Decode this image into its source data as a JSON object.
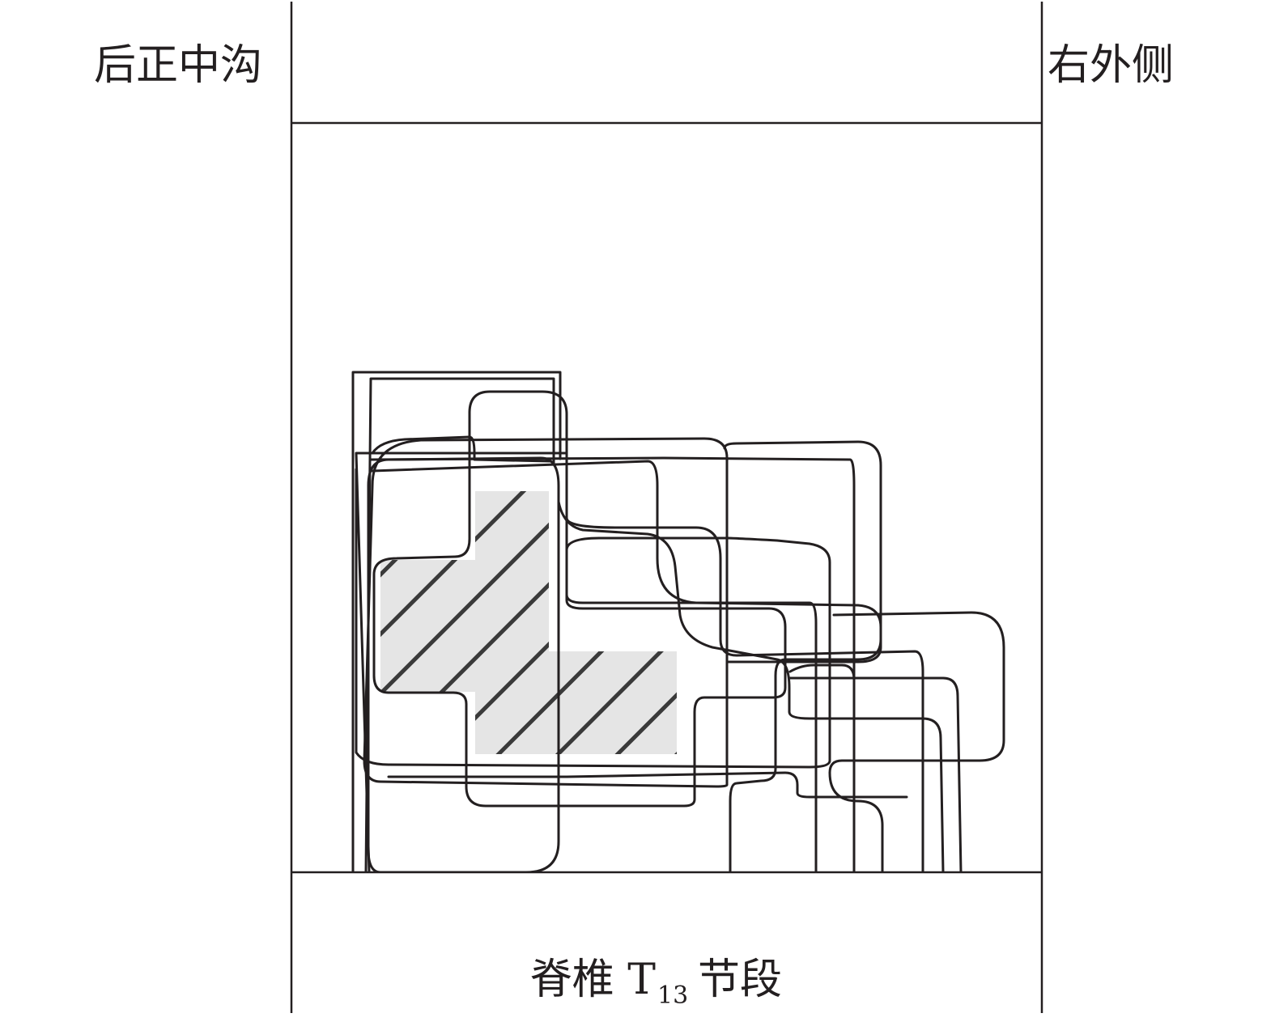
{
  "labels": {
    "left": "后正中沟",
    "right": "右外侧",
    "bottom_main": "脊椎 T",
    "bottom_sub": "13",
    "bottom_suffix": "节段"
  },
  "colors": {
    "stroke": "#231f20",
    "hatch_fill": "#e5e5e5",
    "hatch_line": "#3a3a3a"
  }
}
